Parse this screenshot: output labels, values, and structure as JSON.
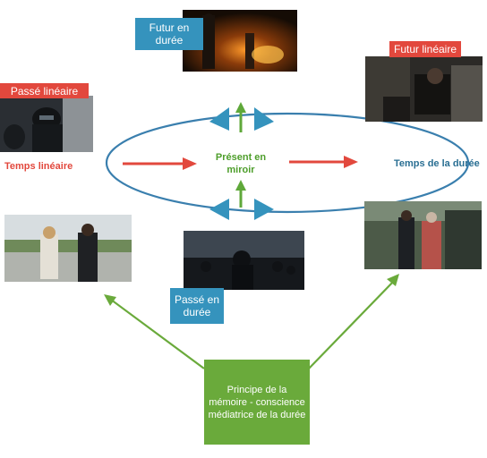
{
  "labels": {
    "futur_duree": "Futur en durée",
    "futur_lineaire": "Futur linéaire",
    "passe_lineaire": "Passé linéaire",
    "temps_lineaire": "Temps linéaire",
    "present_miroir": "Présent en miroir",
    "temps_duree": "Temps de la durée",
    "passe_duree": "Passé en durée",
    "principe": "Principe de la mémoire - conscience médiatrice de la durée"
  },
  "colors": {
    "blue_label": "#3593bd",
    "red_label": "#e2483d",
    "green_box": "#6aaa3b",
    "ellipse_stroke": "#3a7fae",
    "red_arrow": "#e2483d",
    "green_arrow": "#5fa83a"
  }
}
